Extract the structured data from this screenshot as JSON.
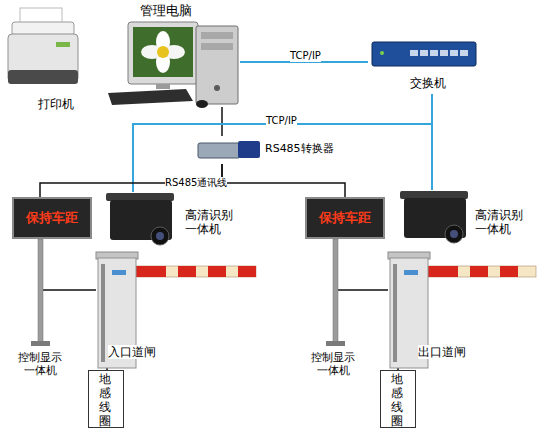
{
  "diagram": {
    "nodes": [
      {
        "text": [
          "打印机"
        ]
      },
      {
        "text": [
          "管理电脑"
        ]
      },
      {
        "text": [
          "交换机"
        ]
      },
      {
        "text": [
          "RS485转换器"
        ]
      },
      {
        "text": [
          "保持车距",
          "控制显示 一体机"
        ]
      },
      {
        "text": [
          "高清识别 一体机"
        ]
      },
      {
        "text": [
          "保持车距",
          "控制显示 一体机"
        ]
      },
      {
        "text": [
          "高清识别 一体机"
        ]
      },
      {
        "text": [
          "入口道闸"
        ]
      },
      {
        "text": [
          "出口道闸"
        ]
      },
      {
        "text": [
          "地 感 线 圈"
        ]
      },
      {
        "text": [
          "地 感 线 圈"
        ]
      }
    ],
    "edges": [
      {
        "from": 1,
        "to": 2,
        "label": "TCP/IP",
        "arrow": "none"
      },
      {
        "from": 1,
        "to": 3,
        "arrow": "none"
      },
      {
        "from": 5,
        "to": 2,
        "label": "TCP/IP",
        "arrow": "none"
      },
      {
        "from": 7,
        "to": 2,
        "arrow": "none"
      },
      {
        "from": 3,
        "to": 4,
        "label": "RS485通讯线",
        "arrow": "none"
      },
      {
        "from": 3,
        "to": 6,
        "arrow": "none"
      },
      {
        "from": 4,
        "to": 8,
        "arrow": "none"
      },
      {
        "from": 6,
        "to": 9,
        "arrow": "none"
      },
      {
        "from": 8,
        "to": 10,
        "arrow": "none"
      },
      {
        "from": 9,
        "to": 11,
        "arrow": "none"
      }
    ]
  }
}
